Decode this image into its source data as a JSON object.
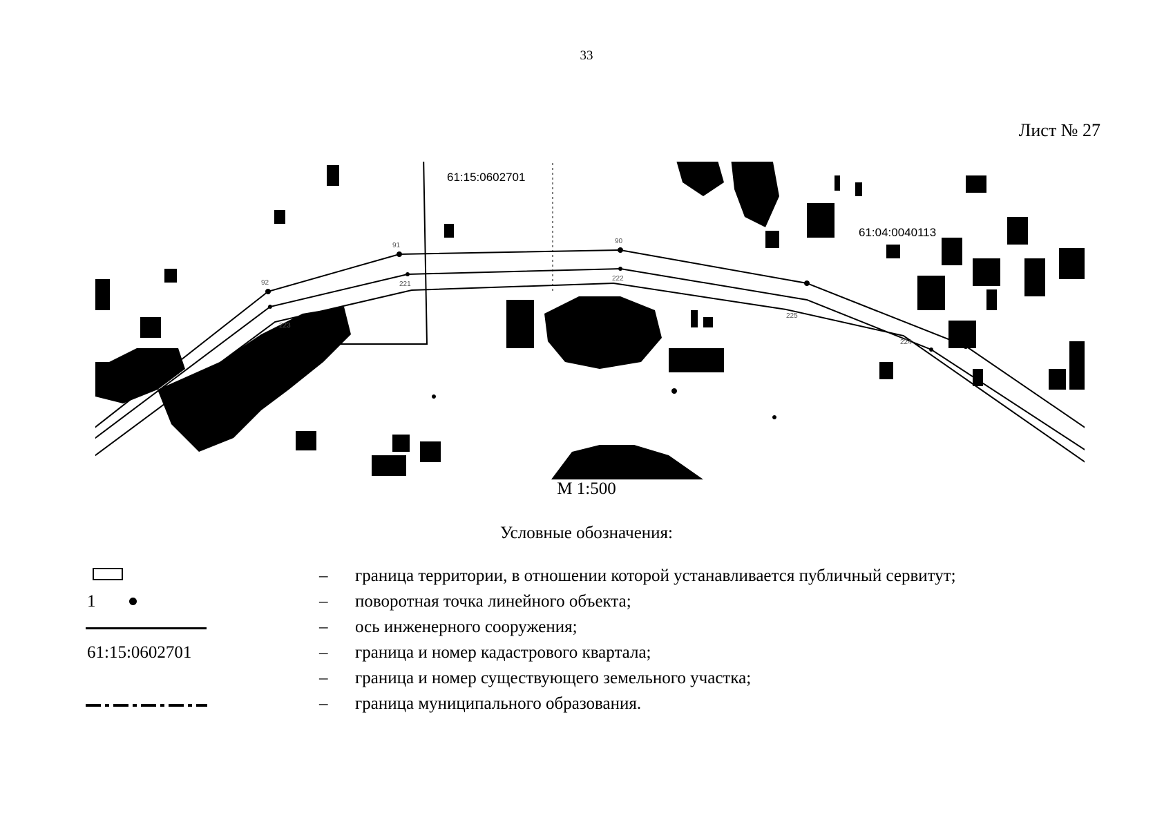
{
  "page": {
    "number": "33",
    "sheet": "Лист № 27"
  },
  "map": {
    "labels": {
      "cadastral_quarter_west": "61:15:0602701",
      "cadastral_quarter_east": "61:04:0040113",
      "pt_a": "91",
      "pt_b": "90",
      "pt_c": "92",
      "pt_d": "221",
      "pt_e": "222",
      "pt_f": "223",
      "pt_g": "225",
      "pt_h": "224"
    },
    "scale": "М 1:500"
  },
  "legend": {
    "title": "Условные обозначения:",
    "items": [
      {
        "symbol": "rectangle",
        "dash": "–",
        "text": "граница территории, в отношении которой устанавливается публичный сервитут;"
      },
      {
        "symbol": "point",
        "symbol_label": "1",
        "dash": "–",
        "text": "поворотная точка линейного объекта;"
      },
      {
        "symbol": "solid-line",
        "dash": "–",
        "text": "ось инженерного сооружения;"
      },
      {
        "symbol": "quarter-number",
        "symbol_label": "61:15:0602701",
        "dash": "–",
        "text": "граница и номер кадастрового квартала;"
      },
      {
        "symbol": "none",
        "dash": "–",
        "text": "граница и номер существующего земельного участка;"
      },
      {
        "symbol": "dash-dot-line",
        "dash": "–",
        "text": "граница муниципального образования."
      }
    ]
  }
}
